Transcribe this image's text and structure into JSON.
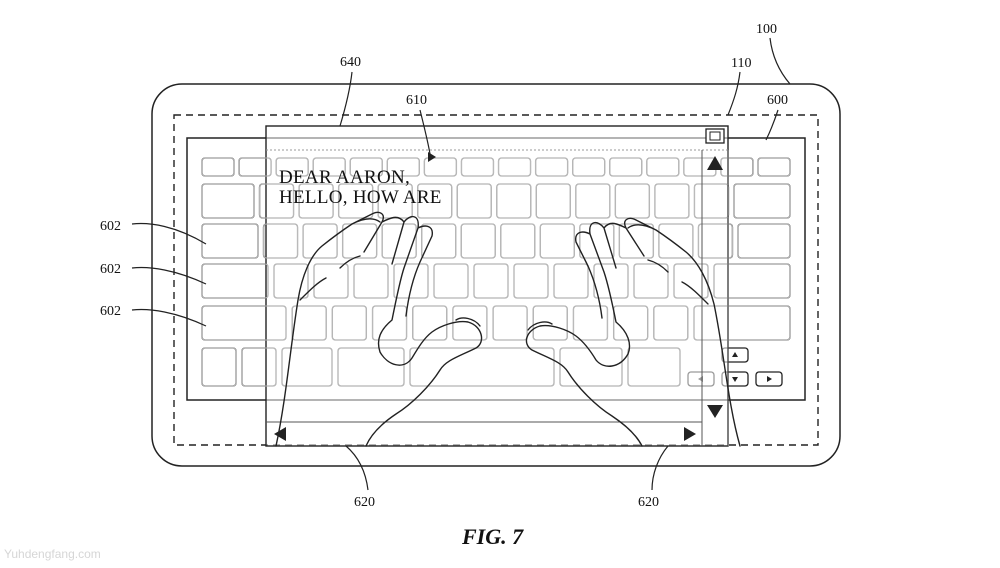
{
  "figure": {
    "caption": "FIG. 7",
    "reference_numerals": {
      "device": "100",
      "display_region": "110",
      "keyboard": "600",
      "key_row_1": "602",
      "key_row_2": "602",
      "key_row_3": "602",
      "text_entry": "610",
      "overlay_window": "640",
      "hand_left": "620",
      "hand_right": "620"
    },
    "typed_text": {
      "line1": "DEAR AARON,",
      "line2": "HELLO, HOW ARE"
    },
    "watermark": "Yuhdengfang.com"
  }
}
